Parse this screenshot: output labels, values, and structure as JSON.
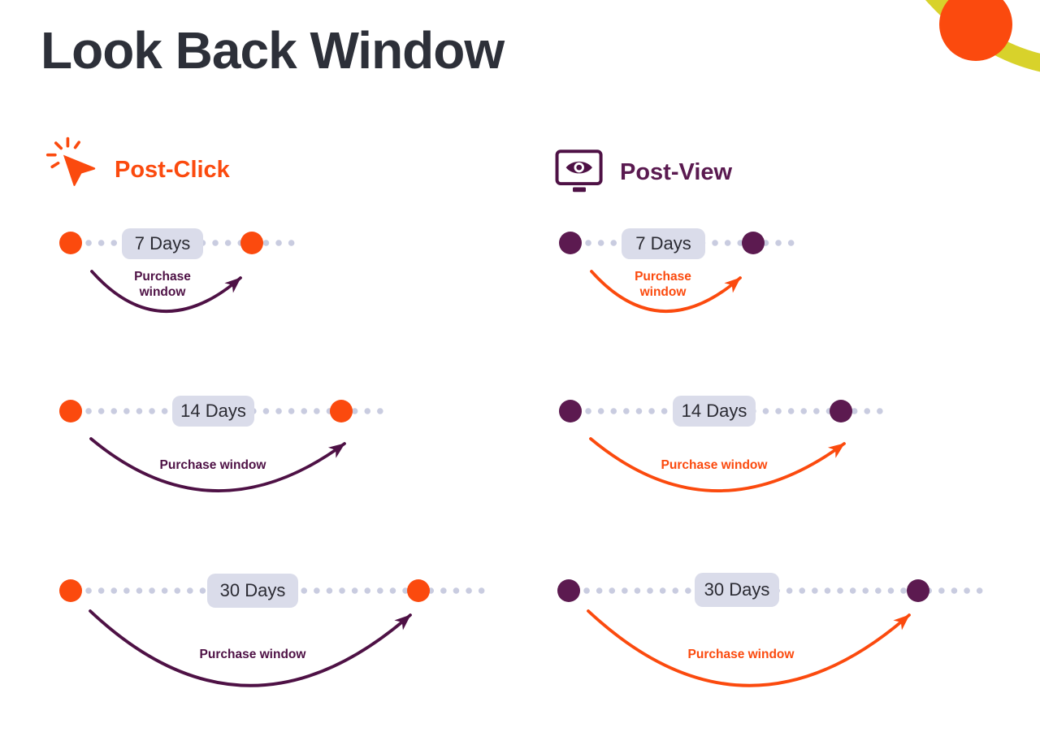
{
  "page": {
    "title": "Look Back Window"
  },
  "decoration": {
    "orange_circle_color": "#FB4A0E",
    "yellow_ring_color": "#D8D22B"
  },
  "palette": {
    "orange": "#FB4A0E",
    "plum_dot": "#5C1A50",
    "plum_arrow": "#4E1145",
    "timeline_small_dot": "#C9CCE0",
    "pill_background": "#DADCEA",
    "pill_text": "#2B2B33",
    "title_text": "#2D3039"
  },
  "columns": [
    {
      "id": "post-click",
      "label": "Post-Click",
      "icon": "cursor-click-icon",
      "rows": [
        {
          "window_label": "7 Days",
          "annotation": "Purchase window"
        },
        {
          "window_label": "14 Days",
          "annotation": "Purchase window"
        },
        {
          "window_label": "30 Days",
          "annotation": "Purchase window"
        }
      ]
    },
    {
      "id": "post-view",
      "label": "Post-View",
      "icon": "monitor-eye-icon",
      "rows": [
        {
          "window_label": "7 Days",
          "annotation": "Purchase window"
        },
        {
          "window_label": "14 Days",
          "annotation": "Purchase window"
        },
        {
          "window_label": "30 Days",
          "annotation": "Purchase window"
        }
      ]
    }
  ]
}
